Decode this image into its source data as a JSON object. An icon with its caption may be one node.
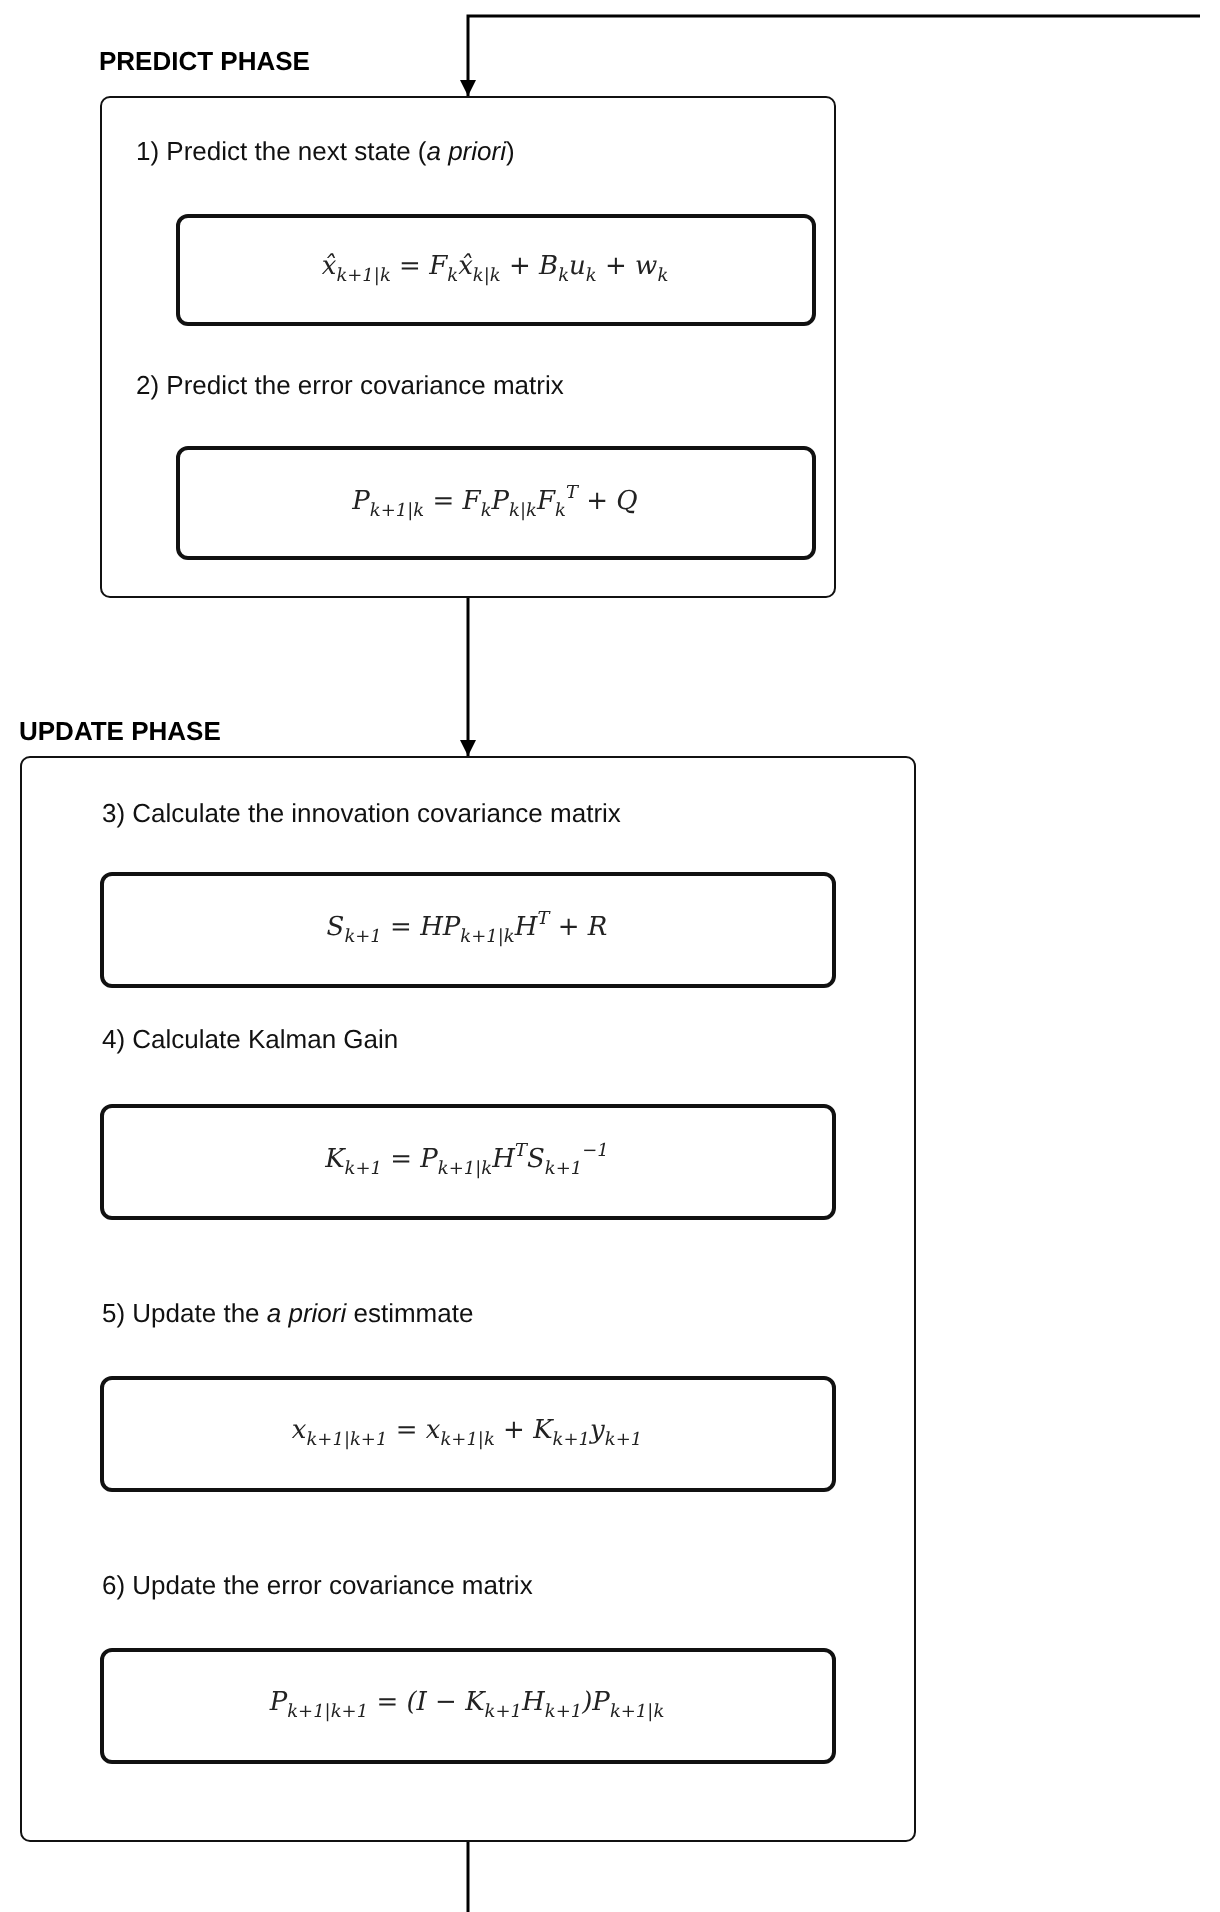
{
  "diagram": {
    "nodes": [
      {
        "text": [
          "PREDICT PHASE",
          "1) Predict the next state (*a priori*)",
          "2) Predict the error covariance matrix"
        ]
      },
      {
        "text": [
          "x̂$_{k+1|k}$ = F$_{k}$x̂$_{k|k}$ + B$_{k}$u$_{k}$ + w$_{k}$"
        ],
        "in": 0
      },
      {
        "text": [
          "P$_{k+1|k}$ = F$_{k}$P$_{k|k}$F$_{k}$$^{T}$ + Q"
        ],
        "in": 0
      },
      {
        "text": [
          "UPDATE PHASE",
          "3) Calculate the innovation covariance matrix",
          "4) Calculate Kalman Gain",
          "5) Update the *a priori* estimmate",
          "6) Update the error covariance matrix"
        ]
      },
      {
        "text": [
          "S$_{k+1}$ = HP$_{k+1|k}$H$^{T}$ + R"
        ],
        "in": 3
      },
      {
        "text": [
          "K$_{k+1}$ = P$_{k+1|k}$H$^{T}$S$_{k+1}$$^{−1}$"
        ],
        "in": 3
      },
      {
        "text": [
          "x$_{k+1|k+1}$ = x$_{k+1|k}$ + K$_{k+1}$y$_{k+1}$"
        ],
        "in": 3
      },
      {
        "text": [
          "P$_{k+1|k+1}$ = (I − K$_{k+1}$H$_{k+1}$)P$_{k+1|k}$"
        ],
        "in": 3
      }
    ],
    "edges": [
      {
        "from": null,
        "to": 0,
        "arrow": "to"
      },
      {
        "from": 0,
        "to": 3,
        "arrow": "to"
      },
      {
        "from": 3,
        "to": null,
        "arrow": "none"
      }
    ]
  }
}
